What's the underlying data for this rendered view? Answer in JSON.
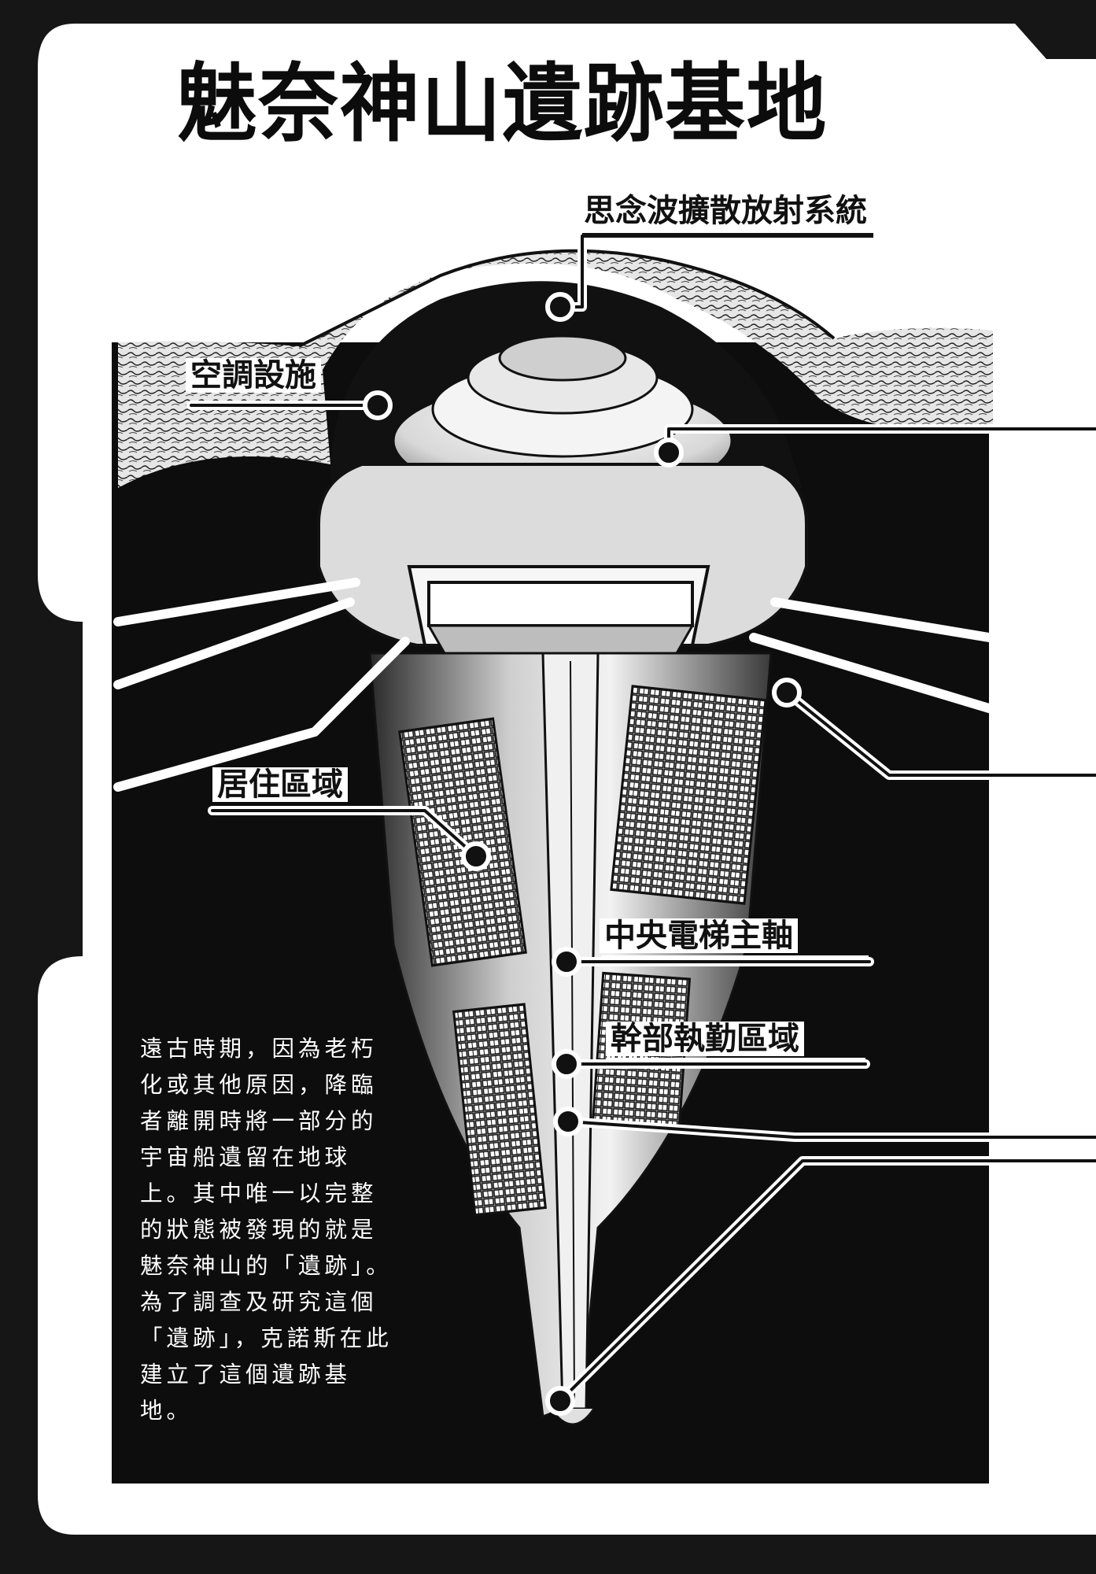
{
  "page": {
    "title": "魅奈神山遺跡基地"
  },
  "labels": {
    "psionic_system": "思念波擴散放射系統",
    "air_conditioning": "空調設施",
    "residential_area": "居住區域",
    "central_elevator": "中央電梯主軸",
    "executive_area": "幹部執勤區域"
  },
  "description": {
    "lines": [
      "遠古時期，因為老朽",
      "化或其他原因，降臨",
      "者離開時將一部分的",
      "宇宙船遺留在地球",
      "上。其中唯一以完整",
      "的狀態被發現的就是",
      "魅奈神山的「遺跡」。",
      "為了調查及研究這個",
      "「遺跡」，克諾斯在此",
      "建立了這個遺跡基",
      "地。"
    ]
  },
  "colors": {
    "ink": "#111111",
    "paper": "#ffffff",
    "shadow": "#161616"
  }
}
